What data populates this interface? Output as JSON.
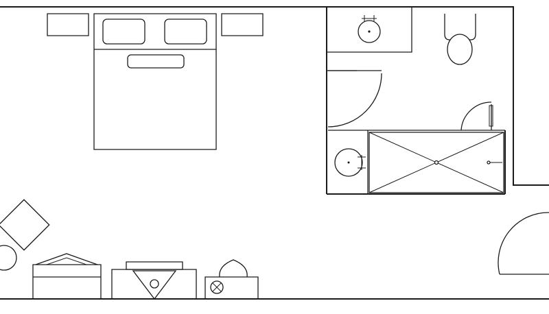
{
  "plan": {
    "line_color": "#1a1a1a",
    "background": "#ffffff",
    "elements": [
      "room-walls",
      "double-bed",
      "nightstand-left",
      "nightstand-right",
      "bathroom",
      "wash-basin",
      "toilet",
      "bathroom-door",
      "shower-door",
      "vanity-sink",
      "shower-tray",
      "armchair",
      "side-table-round",
      "luggage-bench",
      "tv-desk",
      "desk-chair",
      "entry-door"
    ]
  }
}
